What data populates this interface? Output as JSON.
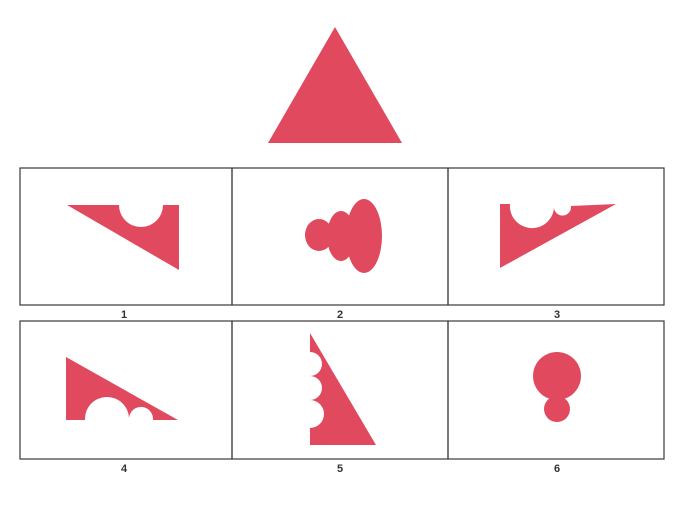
{
  "colors": {
    "shape": "#e14a5e",
    "frame": "#3a3a3a",
    "background": "#ffffff"
  },
  "target": {
    "shape": "triangle"
  },
  "options": [
    {
      "label": "1",
      "shape": "triangle-piece-with-bites"
    },
    {
      "label": "2",
      "shape": "overlapping-ovals"
    },
    {
      "label": "3",
      "shape": "triangle-piece-with-bites"
    },
    {
      "label": "4",
      "shape": "triangle-piece-with-bites"
    },
    {
      "label": "5",
      "shape": "triangle-piece-with-bites"
    },
    {
      "label": "6",
      "shape": "two-circles"
    }
  ]
}
